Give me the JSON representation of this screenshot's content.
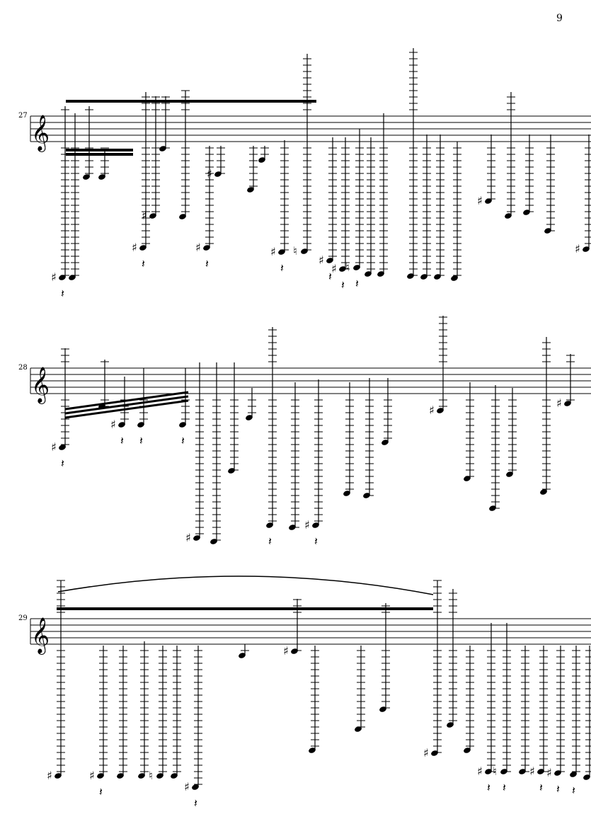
{
  "page": {
    "number": "9"
  },
  "systems": [
    {
      "measure_number": "27"
    },
    {
      "measure_number": "28"
    },
    {
      "measure_number": "29"
    }
  ],
  "glyphs": {
    "clef": "𝄞",
    "sharp": "♯",
    "natural": "♮",
    "rest": "𝄽"
  }
}
